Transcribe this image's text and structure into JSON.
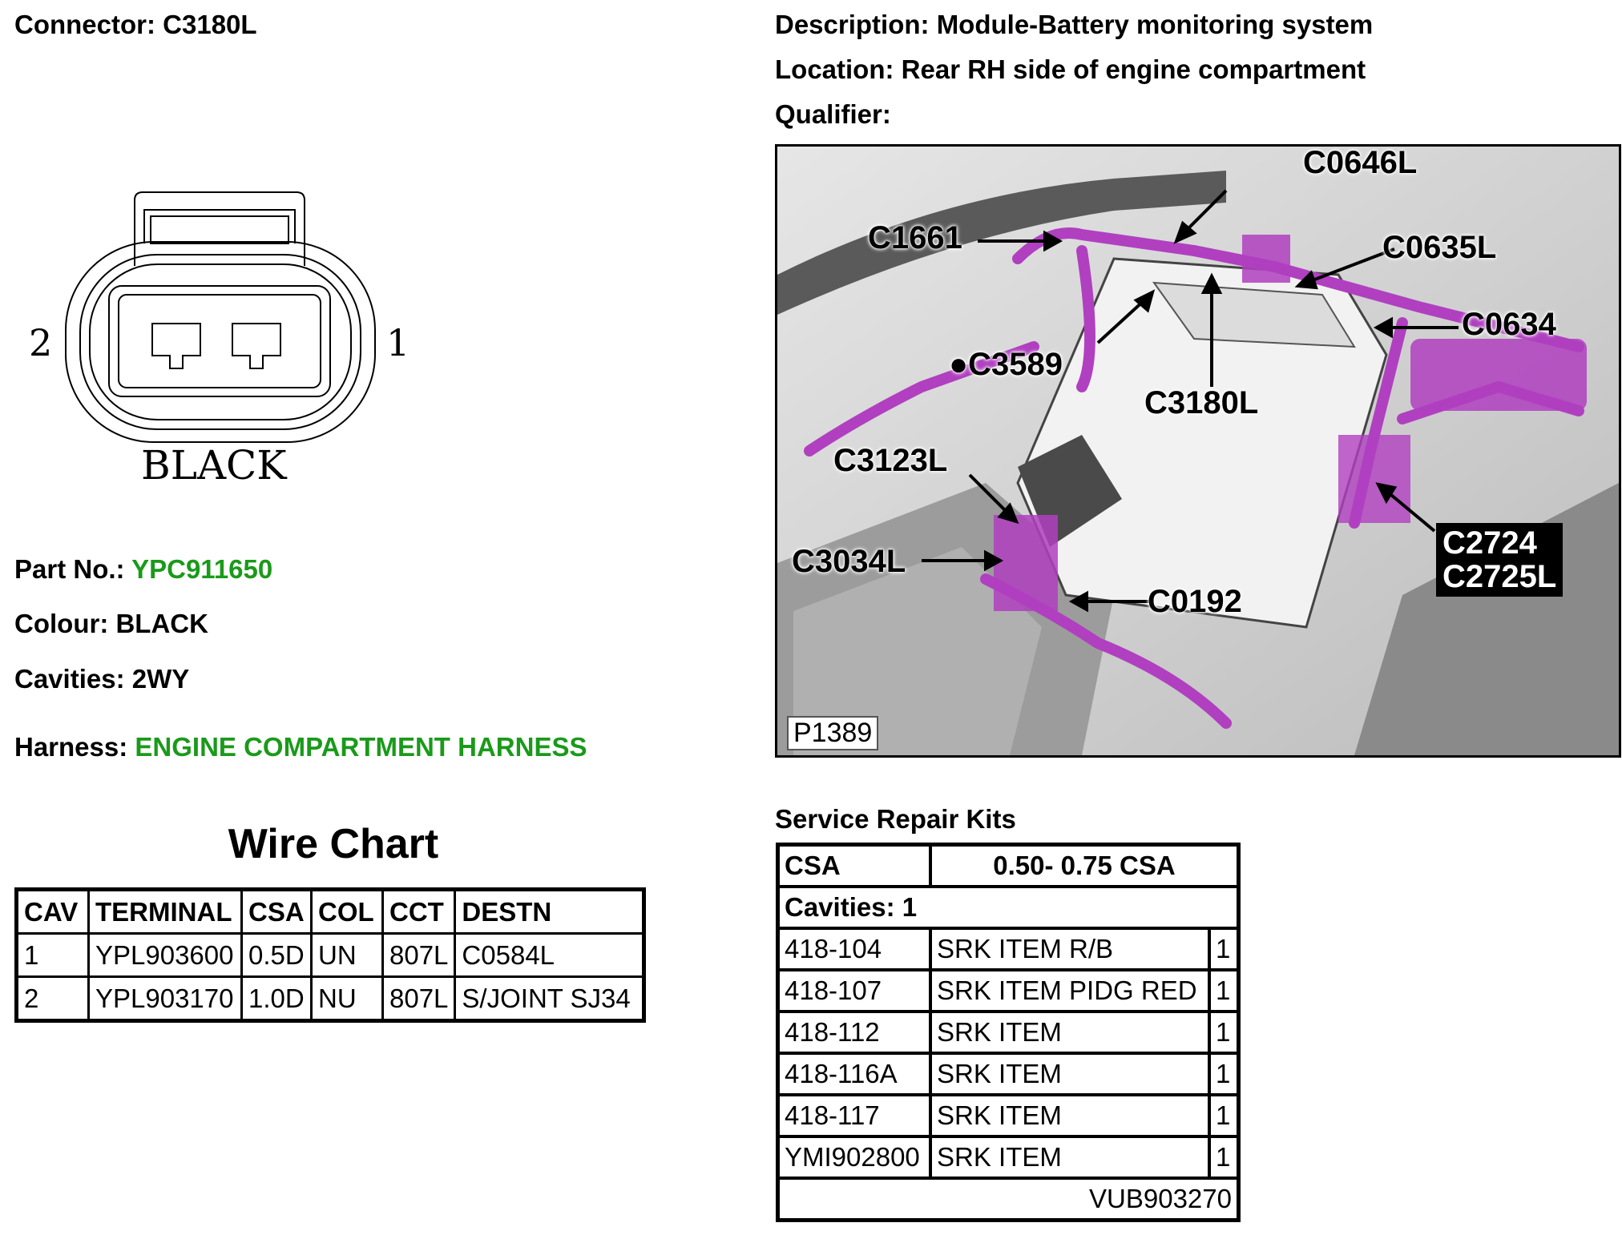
{
  "header": {
    "connector": "Connector: C3180L",
    "description": "Description: Module-Battery monitoring system",
    "location": "Location: Rear RH side of engine compartment",
    "qualifier": "Qualifier:"
  },
  "connector_drawing": {
    "pin_left": "2",
    "pin_right": "1",
    "colour_label": "BLACK"
  },
  "info": {
    "part_no_label": "Part No.:",
    "part_no_value": "YPC911650",
    "colour": "Colour: BLACK",
    "cavities": "Cavities: 2WY",
    "harness_label": "Harness:",
    "harness_value": "ENGINE COMPARTMENT HARNESS"
  },
  "colors": {
    "link_green": "#1a9a1a",
    "highlight_purple": "#b040c0"
  },
  "wire_chart": {
    "title": "Wire Chart",
    "headers": [
      "CAV",
      "TERMINAL",
      "CSA",
      "COL",
      "CCT",
      "DESTN"
    ],
    "rows": [
      [
        "1",
        "YPL903600",
        "0.5D",
        "UN",
        "807L",
        "C0584L"
      ],
      [
        "2",
        "YPL903170",
        "1.0D",
        "NU",
        "807L",
        "S/JOINT SJ34"
      ]
    ]
  },
  "photo": {
    "callouts": {
      "c0646l": "C0646L",
      "c1661": "C1661",
      "c0635l": "C0635L",
      "c0634": "C0634",
      "c3589": "●C3589",
      "c3180l": "C3180L",
      "c3123l": "C3123L",
      "c3034l": "C3034L",
      "c0192": "C0192",
      "c2724": "C2724",
      "c2725l": "C2725L"
    },
    "ref": "P1389"
  },
  "service_repair_kits": {
    "title": "Service Repair Kits",
    "csa_label": "CSA",
    "csa_value": "0.50- 0.75 CSA",
    "cavities": "Cavities: 1",
    "rows": [
      [
        "418-104",
        "SRK ITEM R/B",
        "1"
      ],
      [
        "418-107",
        "SRK ITEM PIDG RED",
        "1"
      ],
      [
        "418-112",
        "SRK ITEM",
        "1"
      ],
      [
        "418-116A",
        "SRK ITEM",
        "1"
      ],
      [
        "418-117",
        "SRK ITEM",
        "1"
      ],
      [
        "YMI902800",
        "SRK ITEM",
        "1"
      ]
    ],
    "footer": "VUB903270"
  }
}
